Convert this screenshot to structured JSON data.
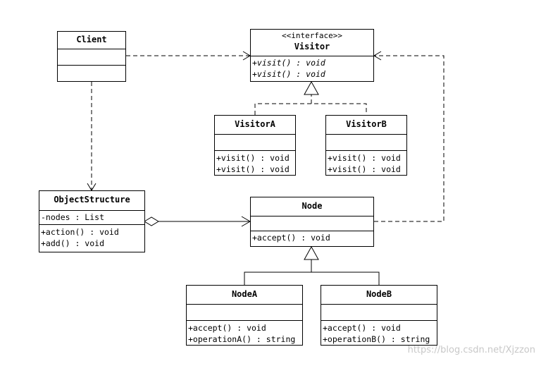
{
  "classes": {
    "client": {
      "name": "Client"
    },
    "visitor": {
      "stereotype": "<<interface>>",
      "name": "Visitor",
      "methods": [
        "+visit() : void",
        "+visit() : void"
      ]
    },
    "visitorA": {
      "name": "VisitorA",
      "methods": [
        "+visit() : void",
        "+visit() : void"
      ]
    },
    "visitorB": {
      "name": "VisitorB",
      "methods": [
        "+visit() : void",
        "+visit() : void"
      ]
    },
    "objectStructure": {
      "name": "ObjectStructure",
      "attributes": [
        "-nodes : List"
      ],
      "methods": [
        "+action() : void",
        "+add() : void"
      ]
    },
    "node": {
      "name": "Node",
      "methods": [
        "+accept() : void"
      ]
    },
    "nodeA": {
      "name": "NodeA",
      "methods": [
        "+accept() : void",
        "+operationA() : string"
      ]
    },
    "nodeB": {
      "name": "NodeB",
      "methods": [
        "+accept() : void",
        "+operationB() : string"
      ]
    }
  },
  "watermark": "https://blog.csdn.net/Xjzzon",
  "colors": {
    "line": "#000000",
    "watermark": "#c8c8c8"
  }
}
